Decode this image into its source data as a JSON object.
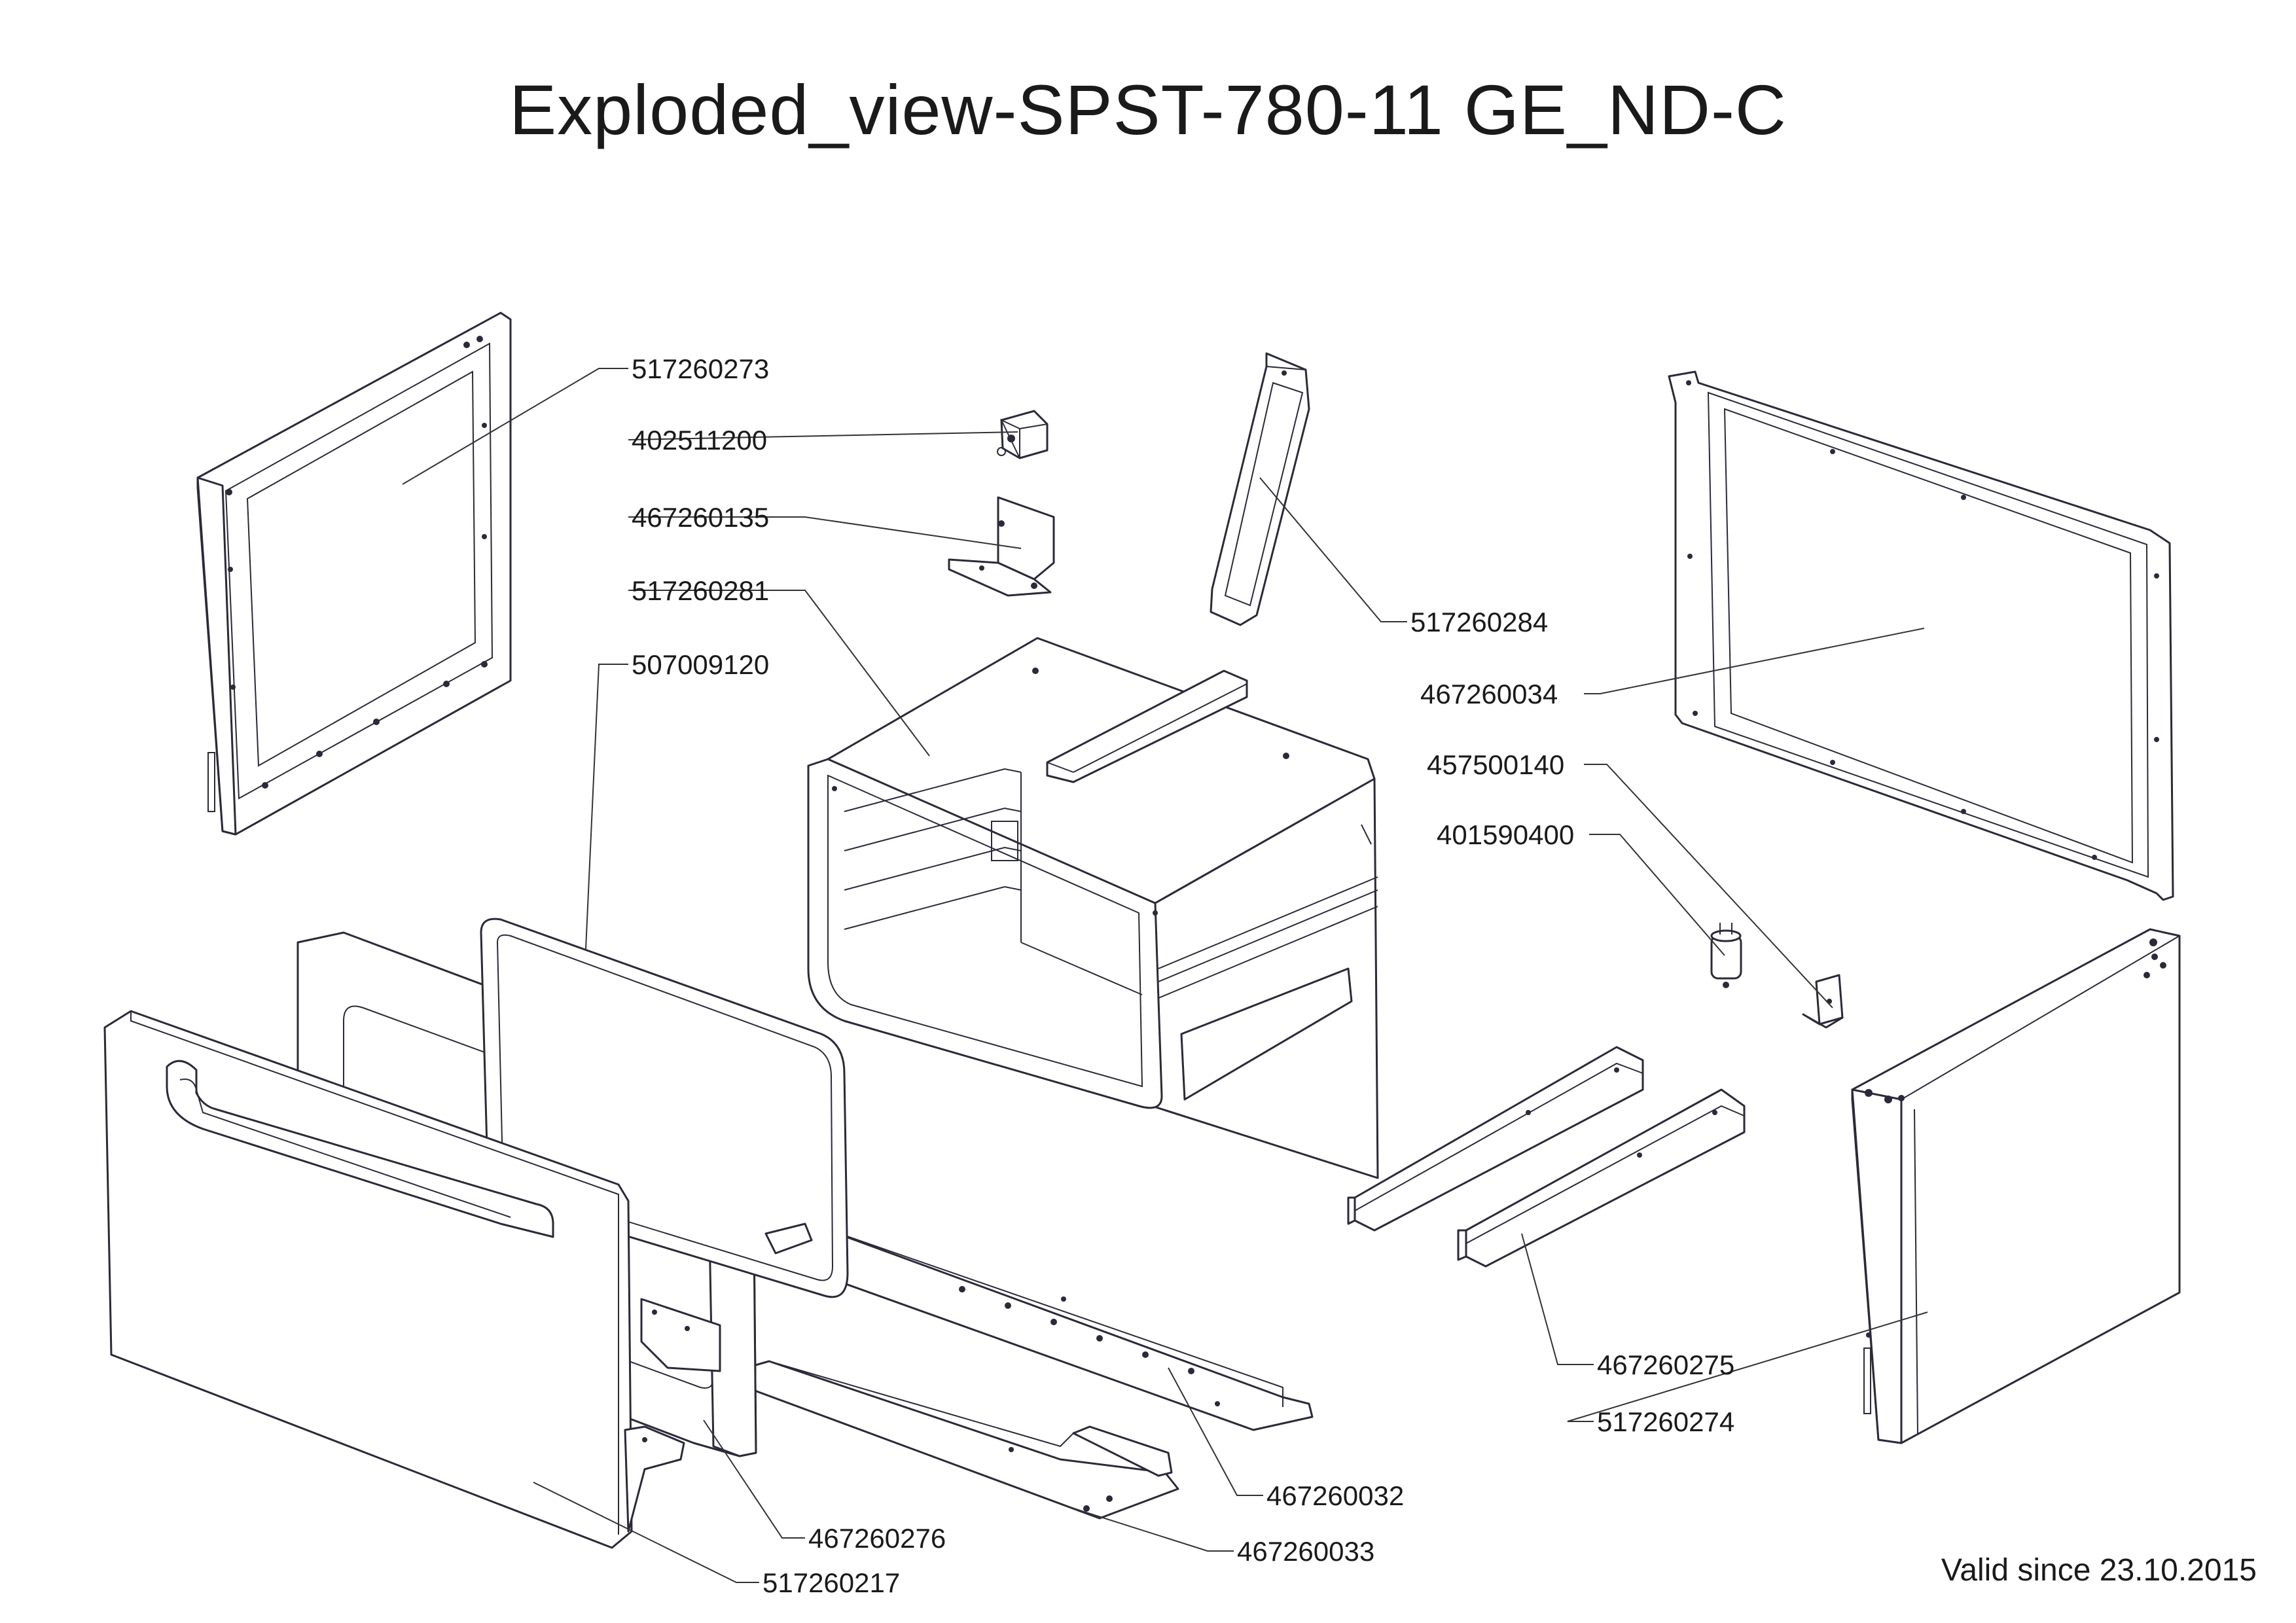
{
  "title": "Exploded_view-SPST-780-11 GE_ND-C",
  "valid_since": "Valid since 23.10.2015",
  "part_numbers": {
    "side_panel_left": "517260273",
    "relay": "402511200",
    "relay_bracket": "467260135",
    "cabinet_body": "517260281",
    "door_seal": "507009120",
    "top_bracket": "517260284",
    "rear_frame": "467260034",
    "mount_bracket": "457500140",
    "capacitor": "401590400",
    "rail_pair": "467260275",
    "side_panel_right": "517260274",
    "door_inner_frame": "467260276",
    "front_door": "517260217",
    "slide_rail": "467260032",
    "base_rail": "467260033"
  }
}
